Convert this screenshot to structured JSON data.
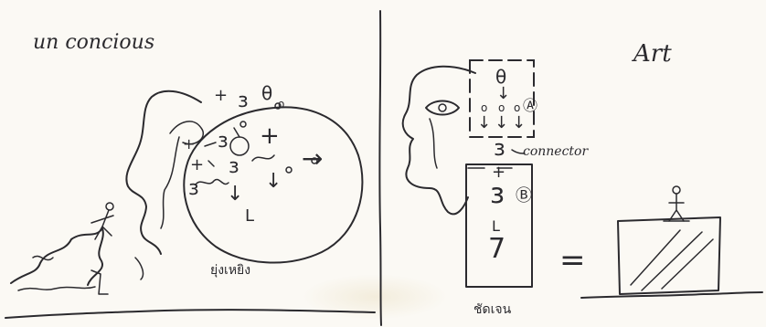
{
  "left_panel": {
    "title": "un concious",
    "thai_caption": "ยุ่งเหยิง",
    "head_symbols": [
      "+",
      "ɜ",
      "θ",
      "ο",
      "ɜ",
      "+",
      "+",
      "ɜ",
      "→",
      "↓",
      "↓",
      "L",
      "ɜ",
      "+"
    ]
  },
  "right_panel": {
    "title": "Art",
    "connector_label": "connector",
    "thai_caption": "ชัดเจน",
    "upper_box_symbols": [
      "θ",
      "↓",
      "ο",
      "ο",
      "ο",
      "Ⓐ",
      "↓",
      "↓",
      "↓"
    ],
    "connector_symbol": "ɜ",
    "lower_box_symbols": [
      "+",
      "ɜ",
      "Ⓑ",
      "L",
      "7"
    ],
    "equals_sign": "="
  },
  "colors": {
    "paper": "#fbf9f4",
    "ink": "#2b2a2e"
  }
}
